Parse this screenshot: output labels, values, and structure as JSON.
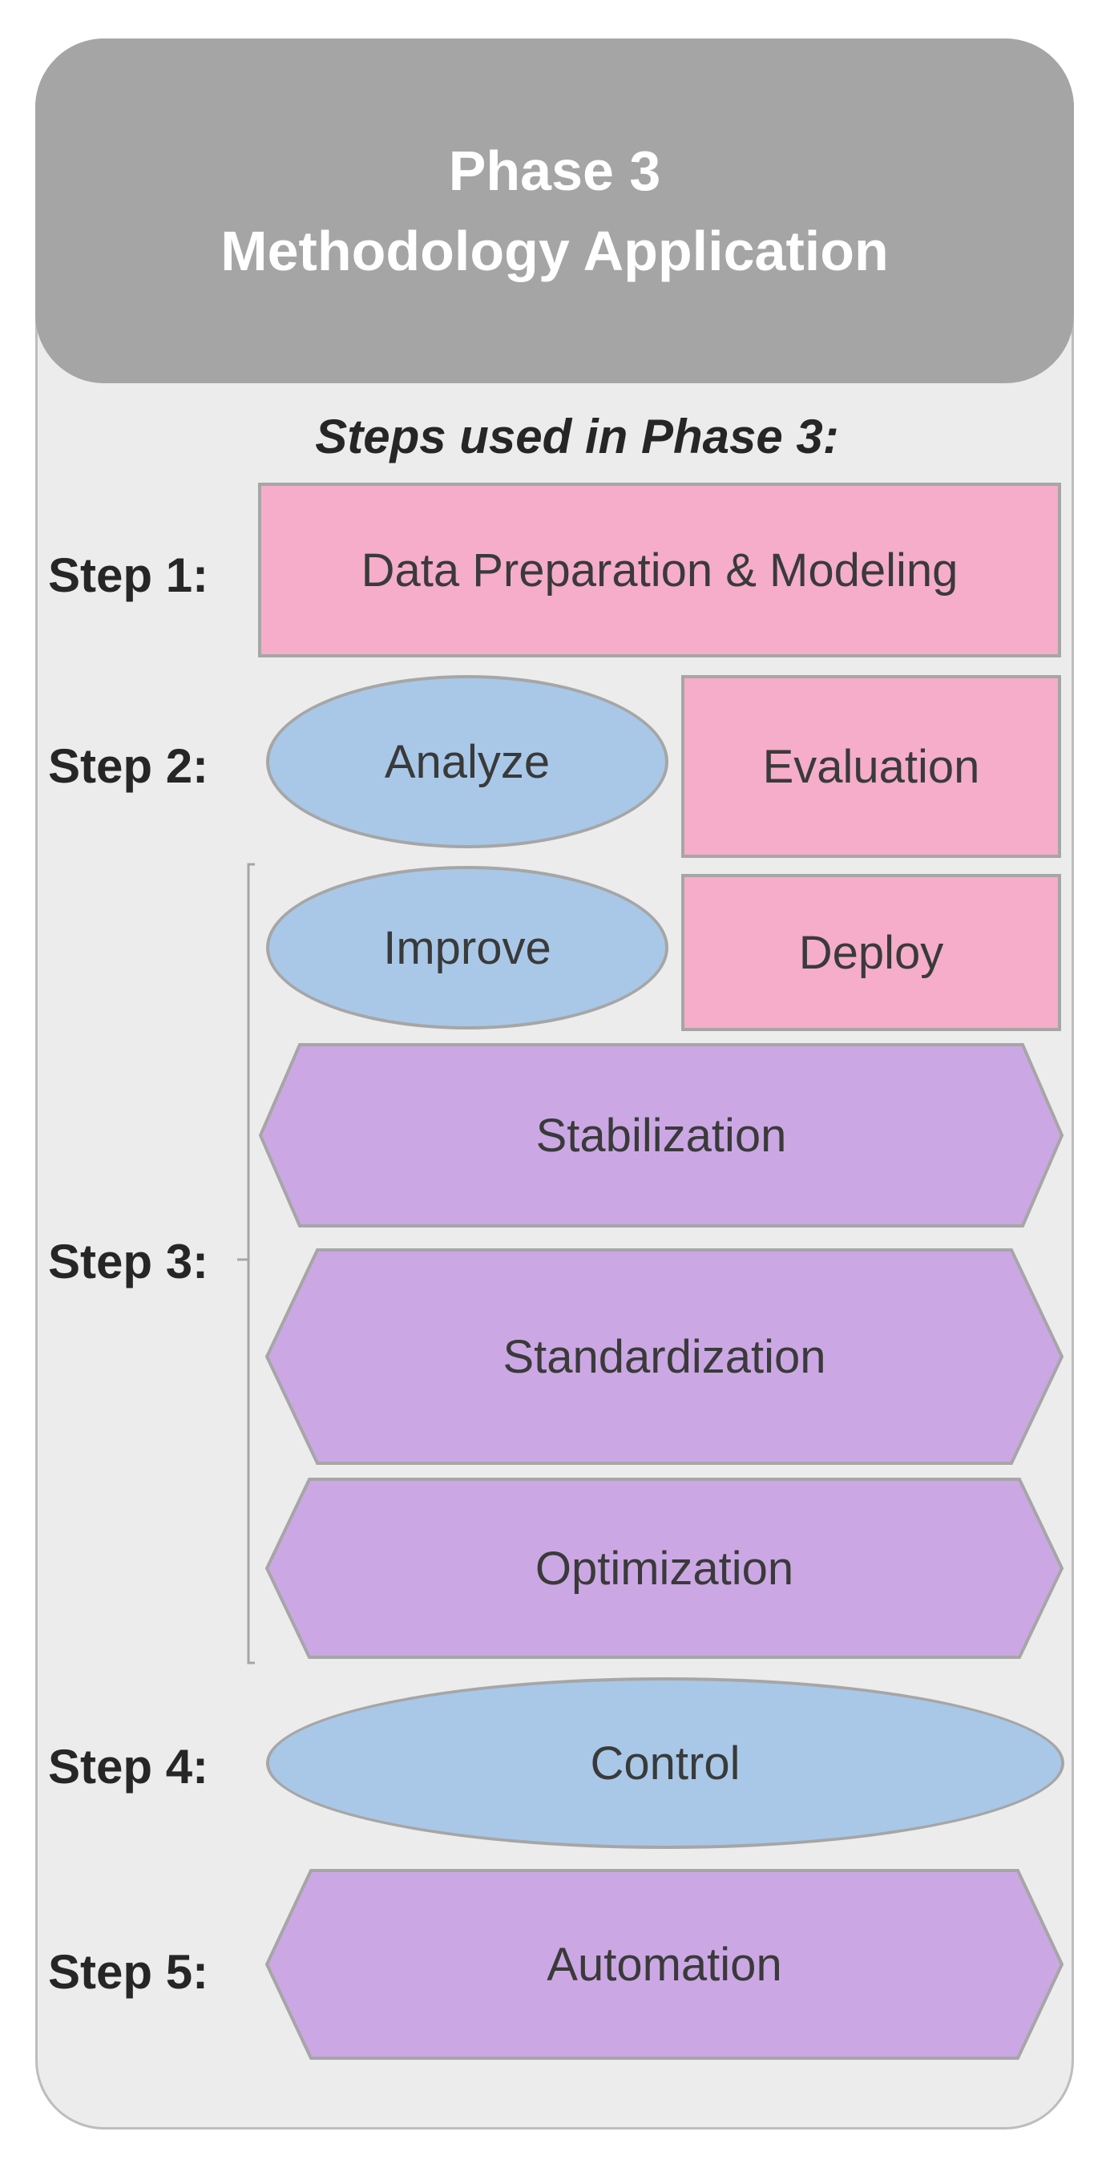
{
  "header": {
    "line1": "Phase 3",
    "line2": "Methodology Application"
  },
  "subtitle": "Steps used in Phase 3:",
  "steps": {
    "step1": "Step 1:",
    "step2": "Step 2:",
    "step3": "Step 3:",
    "step4": "Step 4:",
    "step5": "Step 5:"
  },
  "shapes": {
    "data_prep": "Data Preparation & Modeling",
    "analyze": "Analyze",
    "evaluation": "Evaluation",
    "improve": "Improve",
    "deploy": "Deploy",
    "stabilization": "Stabilization",
    "standardization": "Standardization",
    "optimization": "Optimization",
    "control": "Control",
    "automation": "Automation"
  },
  "colors": {
    "header": "#a5a5a5",
    "panel": "#ececec",
    "pink_box": "#f5adc9",
    "blue_ellipse": "#a9c8e8",
    "purple_hexagon": "#cba8e4"
  }
}
